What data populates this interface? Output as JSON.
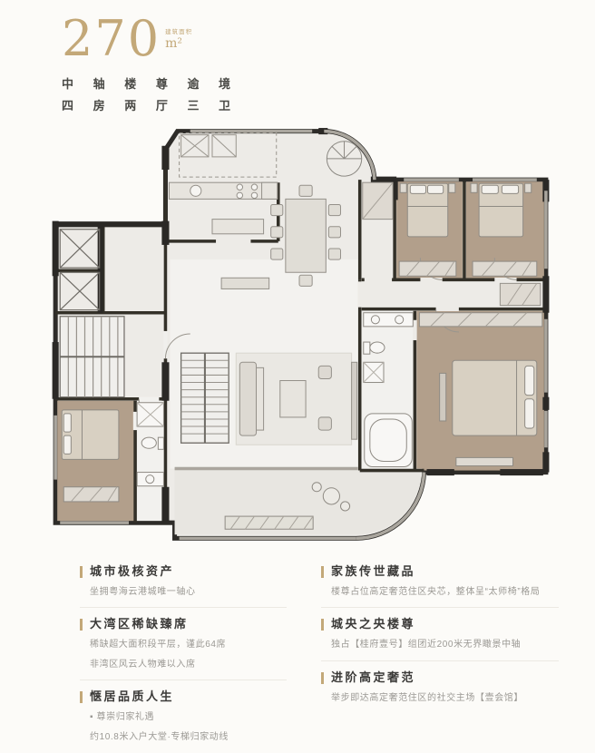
{
  "header": {
    "area_number": "270",
    "area_label": "建筑面积",
    "area_unit": "m²",
    "tagline1": "中 轴 楼 尊 逾 境",
    "tagline2": "四 房 两 厅 三 卫"
  },
  "features": {
    "left": [
      {
        "title": "城市极核资产",
        "lines": [
          "坐拥粤海云港城唯一轴心"
        ]
      },
      {
        "title": "大湾区稀缺臻席",
        "lines": [
          "稀缺超大面积段平层，谨此64席",
          "非湾区风云人物难以入席"
        ]
      },
      {
        "title": "惬居品质人生",
        "lines": [
          "▪ 尊崇归家礼遇",
          "约10.8米入户大堂·专梯归家动线"
        ]
      }
    ],
    "right": [
      {
        "title": "家族传世藏品",
        "lines": [
          "楼尊占位高定奢范住区央芯，整体呈“太师椅”格局"
        ]
      },
      {
        "title": "城央之央楼尊",
        "lines": [
          "独占【桂府壹号】组团近200米无界瞰景中轴"
        ]
      },
      {
        "title": "进阶高定奢范",
        "lines": [
          "举步即达高定奢范住区的社交主场【壹会馆】"
        ]
      }
    ]
  },
  "colors": {
    "accent_gold": "#c3a878",
    "title_text": "#3b3a38",
    "body_text": "#9b9994",
    "wall": "#2e2c29",
    "floor_light": "#edebe7",
    "floor_bedroom": "#b29f8b"
  }
}
